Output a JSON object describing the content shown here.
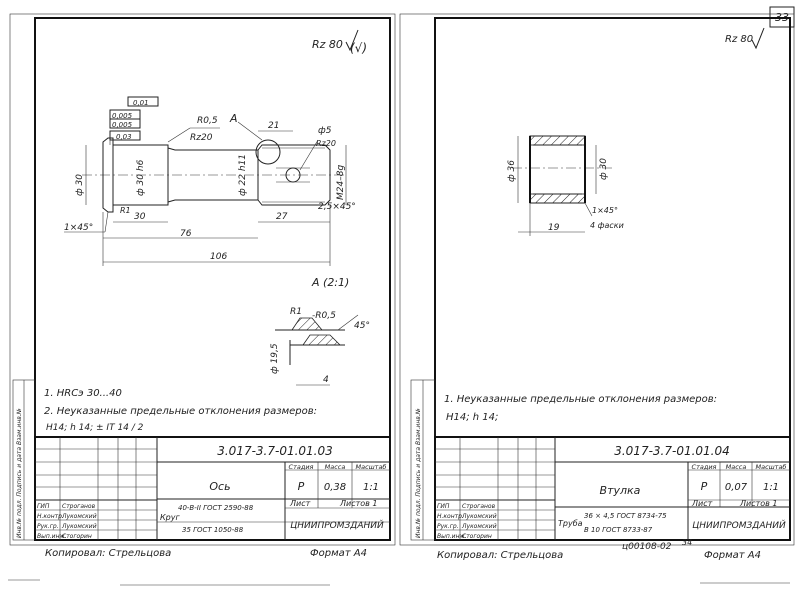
{
  "page_number": "33",
  "left": {
    "roughness": "Rz 80",
    "roughness_paren": "(√)",
    "dims": {
      "runout": "0,01",
      "tol1": "0,005",
      "tol2": "0,005",
      "tol3": "0,03",
      "r05": "R0,5",
      "rz20a": "Rz20",
      "a": "A",
      "d21": "21",
      "phi5": "ф5",
      "rz20b": "Rz20",
      "m24": "М24–8g",
      "phi30": "ф 30",
      "phi30h6": "ф 30 h6",
      "phi22h11": "ф 22 h11",
      "r1": "R1",
      "c1x45": "1×45°",
      "d30": "30",
      "d27": "27",
      "c25x45": "2,5×45°",
      "d76": "76",
      "d106": "106"
    },
    "detail": {
      "label": "А (2:1)",
      "r1": "R1",
      "r05": "-R0,5",
      "deg45": "45°",
      "phi195": "ф 19,5",
      "d4": "4"
    },
    "notes": {
      "n1": "1. HRCэ 30...40",
      "n2": "2. Неуказанные предельные отклонения размеров:",
      "n3": "H14; h 14; ± IT 14 / 2"
    },
    "title_block": {
      "designation": "3.017-3.7-01.01.03",
      "name": "Ось",
      "h_stage": "Стадия",
      "h_mass": "Масса",
      "h_scale": "Масштаб",
      "stage": "Р",
      "mass": "0,38",
      "scale": "1:1",
      "sheet": "Лист",
      "sheets": "Листов 1",
      "material_prefix": "Круг",
      "material_top": "40-В-II ГОСТ 2590-88",
      "material_bottom": "35 ГОСТ 1050-88",
      "org": "ЦНИИПРОМЗДАНИЙ",
      "roles": [
        "ГИП",
        "Н.контр.",
        "Рук.гр.",
        "Вып.инж."
      ],
      "people": [
        "Строганов",
        "Лукомский",
        "Лукомский",
        "Стогорин"
      ],
      "side_label": "Инв.№ подл. Подпись и дата Взам.инв.№"
    },
    "copied": "Копировал: Стрельцова",
    "format": "Формат А4"
  },
  "right": {
    "roughness": "Rz 80",
    "dims": {
      "phi36": "ф 36",
      "phi30": "ф 30",
      "c1x45": "1×45°",
      "faski": "4 фаски",
      "d19": "19"
    },
    "notes": {
      "n1": "1. Неуказанные предельные отклонения размеров:",
      "n2": "H14; h 14;"
    },
    "title_block": {
      "designation": "3.017-3.7-01.01.04",
      "name": "Втулка",
      "h_stage": "Стадия",
      "h_mass": "Масса",
      "h_scale": "Масштаб",
      "stage": "Р",
      "mass": "0,07",
      "scale": "1:1",
      "sheet": "Лист",
      "sheets": "Листов 1",
      "material_prefix": "Труба",
      "material_top": "36 × 4,5 ГОСТ 8734-75",
      "material_bottom": "В 10 ГОСТ 8733-87",
      "org": "ЦНИИПРОМЗДАНИЙ",
      "roles": [
        "ГИП",
        "Н.контр.",
        "Рук.гр.",
        "Вып.инж."
      ],
      "people": [
        "Строганов",
        "Лукомский",
        "Лукомский",
        "Стогорин"
      ],
      "side_label": "Инв.№ подл. Подпись и дата Взам.инв.№"
    },
    "copied": "Копировал: Стрельцова",
    "order": "ц00108-02",
    "sheet_no": "34",
    "format": "Формат А4"
  }
}
